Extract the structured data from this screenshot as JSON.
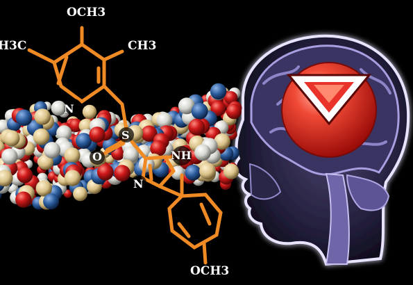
{
  "scene": {
    "description_free": true,
    "colors": {
      "background": "#000000",
      "bond": "#f08a24",
      "oxygen": "#c4161c",
      "hydrogen": "#dcdcd6",
      "nitrogen": "#2a5a9a",
      "phosphorus": "#e0cc98",
      "mri": "#b8aee8",
      "logo": "#e8322a"
    }
  },
  "molecule": {
    "labels": {
      "och3_top": "OCH3",
      "h3c": "H3C",
      "ch3": "CH3",
      "n1": "N",
      "s": "S",
      "o": "O",
      "nh": "NH",
      "n2": "N",
      "och3_bottom": "OCH3"
    }
  }
}
